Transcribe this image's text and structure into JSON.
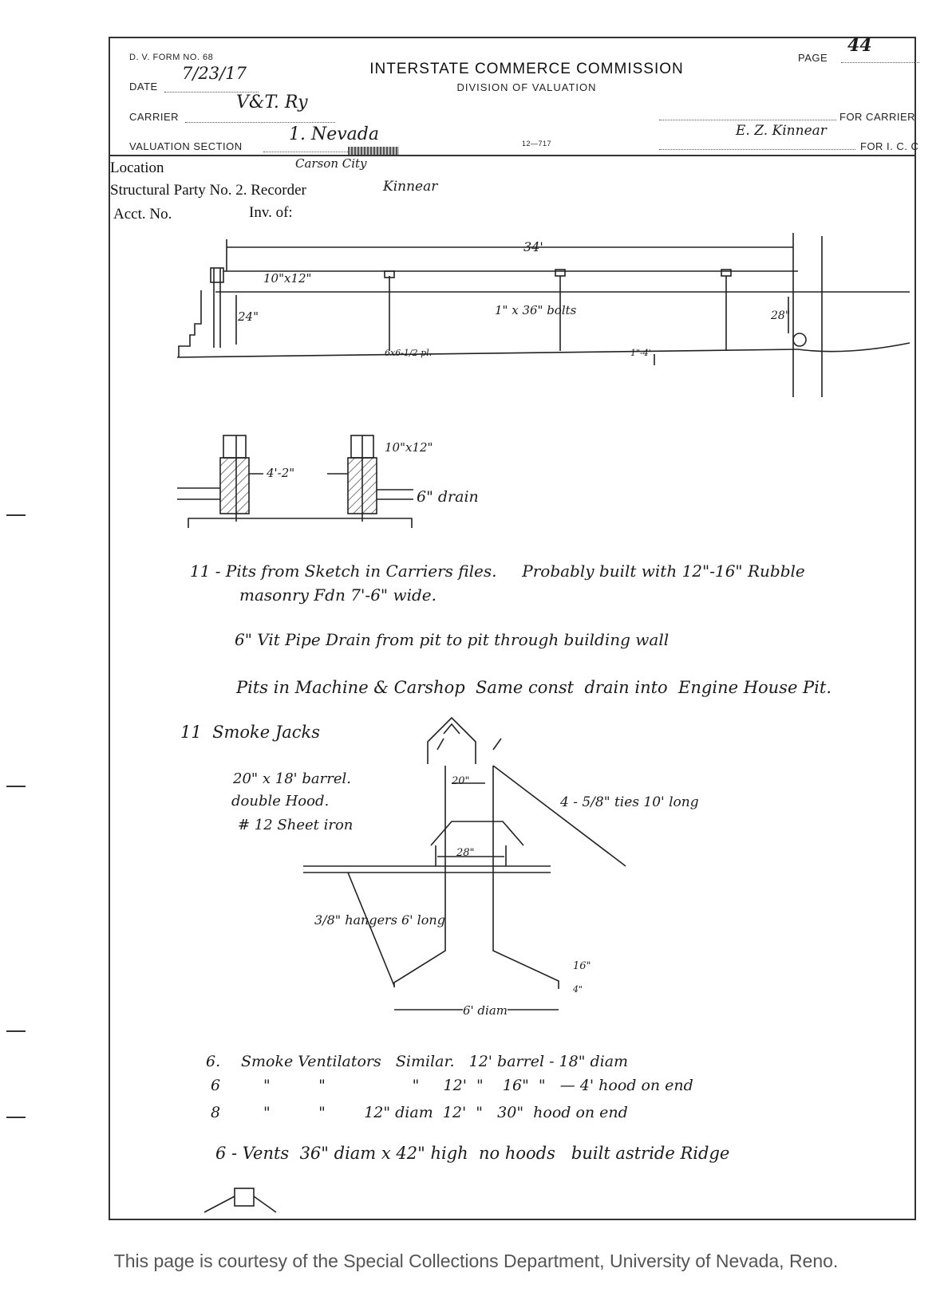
{
  "form": {
    "form_no": "D. V. FORM NO. 68",
    "date_label": "DATE",
    "date_value": "7/23/17",
    "carrier_label": "CARRIER",
    "carrier_value": "V&T. Ry",
    "valuation_section_label": "VALUATION SECTION",
    "valuation_section_value": "1. Nevada",
    "agency": "INTERSTATE COMMERCE COMMISSION",
    "division": "DIVISION OF VALUATION",
    "code": "12—717",
    "page_label": "PAGE",
    "page_value": "44",
    "for_carrier_label": "FOR CARRIER",
    "for_icc_label": "FOR I. C. C",
    "icc_signature": "E. Z. Kinnear"
  },
  "typed": {
    "location_label": "Location",
    "location_value": "Carson City",
    "party_label": "Structural Party No. 2. Recorder",
    "recorder_value": "Kinnear",
    "acct_label": "Acct. No.",
    "inv_label": "Inv. of:"
  },
  "sketch1": {
    "span": "34'",
    "timber": "10\"x12\"",
    "depth_left": "24\"",
    "depth_right": "28\"",
    "bolts": "1\" x 36\" bolts",
    "plate": "6x6-1/2 pl.",
    "slope": "1\"-4'"
  },
  "sketch2": {
    "width": "4'-2\"",
    "timber": "10\"x12\"",
    "drain": "6\" drain"
  },
  "notes": {
    "line1": "11 - Pits from Sketch in Carriers files.     Probably built with 12\"-16\" Rubble",
    "line2": "masonry Fdn  7'-6\" wide.",
    "line3": "6\" Vit Pipe Drain from pit to pit through building wall",
    "line4": "Pits in Machine & Carshop  Same const  drain into  Engine House Pit.",
    "smoke_heading": "11  Smoke Jacks",
    "smoke_spec1": "20\" x 18' barrel.",
    "smoke_spec2": "double Hood.",
    "smoke_spec3": "# 12 Sheet iron"
  },
  "sketch3": {
    "barrel_dia": "20\"",
    "hood_dia": "28\"",
    "ties": "4 - 5/8\" ties 10' long",
    "hangers": "3/8\" hangers 6' long",
    "rim": "16\"",
    "rim_small": "4\"",
    "bottom_dia": "6' diam"
  },
  "vents": {
    "line1_count": "6.",
    "line1": "Smoke Ventilators   Similar.   12' barrel - 18\" diam",
    "line2_count": "6",
    "line2": "\"          \"                  \"     12'  \"    16\"  \"   — 4' hood on end",
    "line3_count": "8",
    "line3": "\"          \"        12\" diam  12'  \"   30\"  hood on end",
    "line4": "6 - Vents  36\" diam x 42\" high  no hoods   built astride Ridge"
  },
  "footer": {
    "courtesy": "This page is courtesy of the Special Collections Department, University of Nevada, Reno."
  }
}
